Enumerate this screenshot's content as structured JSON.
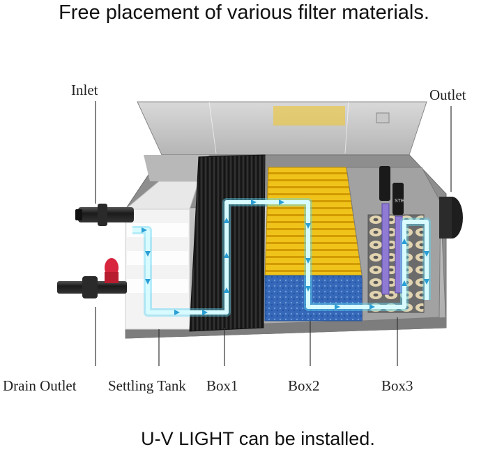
{
  "header": {
    "title": "Free placement of various filter materials."
  },
  "footer": {
    "note": "U-V LIGHT can be installed."
  },
  "labels": {
    "inlet": "Inlet",
    "outlet": "Outlet",
    "drain_outlet": "Drain Outlet",
    "settling_tank": "Settling Tank",
    "box1": "Box1",
    "box2": "Box2",
    "box3": "Box3"
  },
  "uv_lamp_text": "STE",
  "colors": {
    "water_flow": "#b9f3ff",
    "water_glow": "#5fd8f5",
    "arrow": "#2a9fd6",
    "sponge_yellow": "#f2c200",
    "sponge_blue": "#2f64b8",
    "brush_black": "#1a1a1a",
    "valve_red": "#d7263d",
    "housing_gray": "#9a9a9a"
  }
}
